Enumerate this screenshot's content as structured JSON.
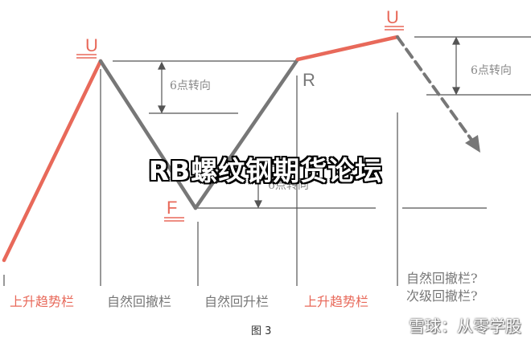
{
  "colors": {
    "red": "#e8695a",
    "gray": "#777777",
    "line": "#555555"
  },
  "markers": {
    "u1": "U",
    "u2": "U",
    "f": "F",
    "r": "R"
  },
  "annotations": {
    "turn1": "6点转向",
    "turn2": "6点转向",
    "turn3": "6点转向"
  },
  "columns": {
    "c1": "上升趋势栏",
    "c2": "自然回撤栏",
    "c3": "自然回升栏",
    "c4": "上升趋势栏",
    "c5a": "自然回撤栏?",
    "c5b": "次级回撤栏?"
  },
  "caption": "图 3",
  "title": "RB螺纹钢期货论坛",
  "watermark": "雪球：从零学股"
}
